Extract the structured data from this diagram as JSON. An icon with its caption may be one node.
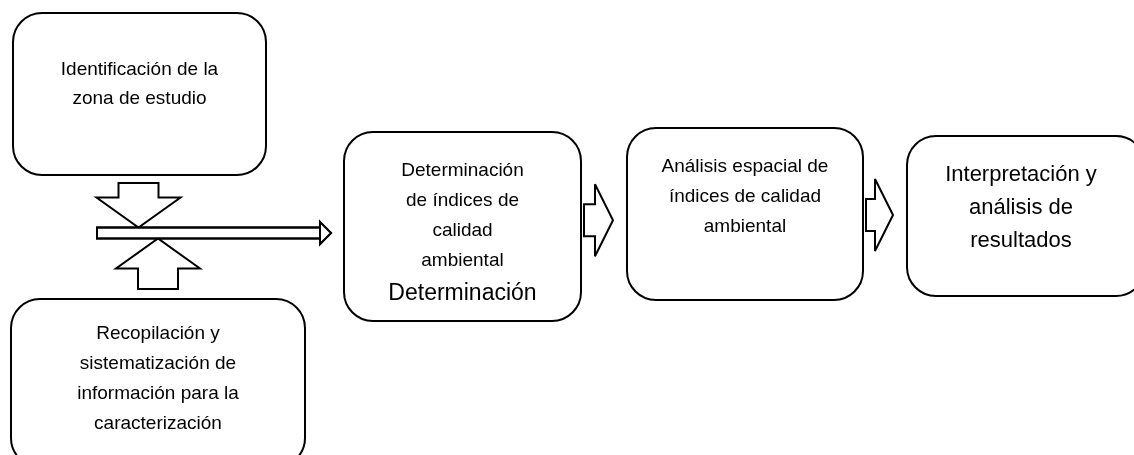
{
  "diagram": {
    "nodes": [
      {
        "text": [
          "Identificación de la zona de estudio"
        ]
      },
      {
        "text": [
          "Recopilación y sistematización de información para la caracterización"
        ]
      },
      {
        "text": [
          "Determinación de índices de calidad ambiental",
          "Determinación"
        ]
      },
      {
        "text": [
          "Análisis espacial de índices de calidad ambiental"
        ]
      },
      {
        "text": [
          "Interpretación y análisis de resultados"
        ]
      }
    ],
    "edges": [
      {
        "from": 0,
        "to": 2,
        "arrow": "to"
      },
      {
        "from": 1,
        "to": 2,
        "arrow": "to"
      },
      {
        "from": 2,
        "to": 3,
        "arrow": "to"
      },
      {
        "from": 3,
        "to": 4,
        "arrow": "to"
      }
    ]
  }
}
